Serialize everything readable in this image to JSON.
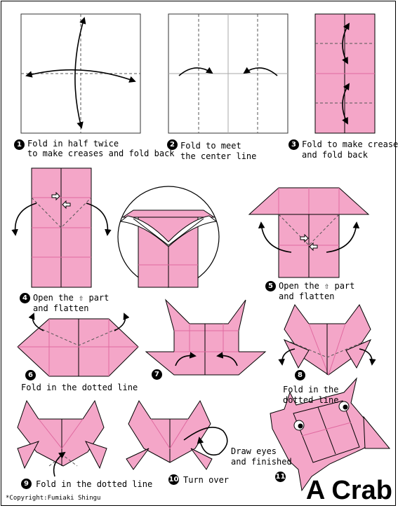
{
  "title": "A Crab",
  "copyright": "*Copyright:Fumiaki Shingu",
  "colors": {
    "paper": "#f4a6c8",
    "paper_line": "#e06aa0",
    "outline": "#000000",
    "back": "#ffffff"
  },
  "steps": [
    {
      "number": "1",
      "line1": "Fold in half twice",
      "line2": "to make creases and fold back"
    },
    {
      "number": "2",
      "line1": "Fold to meet",
      "line2": "the center line"
    },
    {
      "number": "3",
      "line1": "Fold to make crease",
      "line2": "and fold back"
    },
    {
      "number": "4",
      "line1": "Open the ⇧ part",
      "line2": "and flatten"
    },
    {
      "number": "5",
      "line1": "Open the ⇧ part",
      "line2": "and flatten"
    },
    {
      "number": "6",
      "line1": "Fold in the dotted line"
    },
    {
      "number": "7"
    },
    {
      "number": "8",
      "line1": "Fold in the",
      "line2": "dotted line"
    },
    {
      "number": "9",
      "line1": "Fold in the dotted line"
    },
    {
      "number": "10",
      "line1": "Turn over"
    },
    {
      "number": "11",
      "line1": "Draw eyes",
      "line2": "and finished"
    }
  ]
}
